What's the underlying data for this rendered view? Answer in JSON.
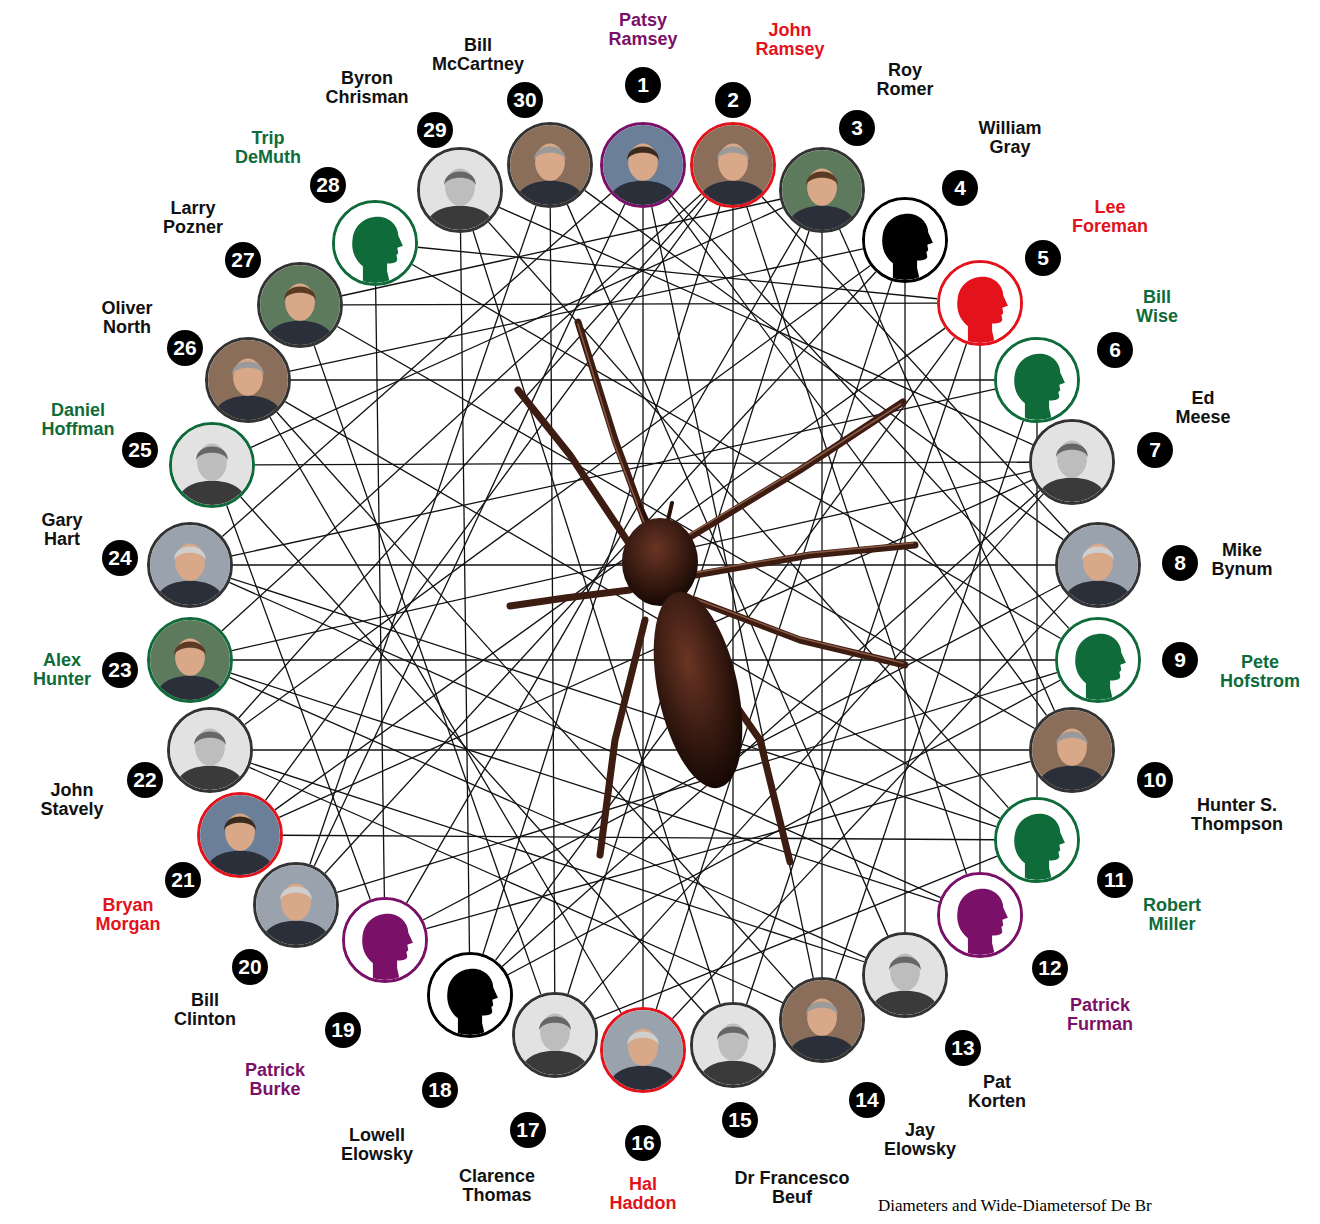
{
  "diagram": {
    "nodes": [
      {
        "text": [
          "Patsy Ramsey",
          "1"
        ]
      },
      {
        "text": [
          "John Ramsey",
          "2"
        ]
      },
      {
        "text": [
          "Roy Romer",
          "3"
        ]
      },
      {
        "text": [
          "William Gray",
          "4"
        ]
      },
      {
        "text": [
          "Lee Foreman",
          "5"
        ]
      },
      {
        "text": [
          "Bill Wise",
          "6"
        ]
      },
      {
        "text": [
          "Ed Meese",
          "7"
        ]
      },
      {
        "text": [
          "Mike Bynum",
          "8"
        ]
      },
      {
        "text": [
          "Pete Hofstrom",
          "9"
        ]
      },
      {
        "text": [
          "Hunter S. Thompson",
          "10"
        ]
      },
      {
        "text": [
          "Robert Miller",
          "11"
        ]
      },
      {
        "text": [
          "Patrick Furman",
          "12"
        ]
      },
      {
        "text": [
          "Pat Korten",
          "13"
        ]
      },
      {
        "text": [
          "Jay Elowsky",
          "14"
        ]
      },
      {
        "text": [
          "Dr Francesco Beuf",
          "15"
        ]
      },
      {
        "text": [
          "Hal Haddon",
          "16"
        ]
      },
      {
        "text": [
          "Clarence Thomas",
          "17"
        ]
      },
      {
        "text": [
          "Lowell Elowsky",
          "18"
        ]
      },
      {
        "text": [
          "Patrick Burke",
          "19"
        ]
      },
      {
        "text": [
          "Bill Clinton",
          "20"
        ]
      },
      {
        "text": [
          "Bryan Morgan",
          "21"
        ]
      },
      {
        "text": [
          "John Stavely",
          "22"
        ]
      },
      {
        "text": [
          "Alex Hunter",
          "23"
        ]
      },
      {
        "text": [
          "Gary Hart",
          "24"
        ]
      },
      {
        "text": [
          "Daniel Hoffman",
          "25"
        ]
      },
      {
        "text": [
          "Oliver North",
          "26"
        ]
      },
      {
        "text": [
          "Larry Pozner",
          "27"
        ]
      },
      {
        "text": [
          "Trip DeMuth",
          "28"
        ]
      },
      {
        "text": [
          "Byron Chrisman",
          "29"
        ]
      },
      {
        "text": [
          "Bill McCartney",
          "30"
        ]
      }
    ],
    "edges": [
      {
        "from": 27,
        "to": 4,
        "arrow": "none"
      },
      {
        "from": 25,
        "to": 5,
        "arrow": "none"
      },
      {
        "from": 24,
        "to": 6,
        "arrow": "none"
      },
      {
        "from": 23,
        "to": 7,
        "arrow": "none"
      },
      {
        "from": 22,
        "to": 8,
        "arrow": "none"
      },
      {
        "from": 21,
        "to": 9,
        "arrow": "none"
      },
      {
        "from": 20,
        "to": 10,
        "arrow": "none"
      },
      {
        "from": 27,
        "to": 18,
        "arrow": "none"
      },
      {
        "from": 4,
        "to": 11,
        "arrow": "none"
      },
      {
        "from": 5,
        "to": 10,
        "arrow": "none"
      },
      {
        "from": 28,
        "to": 17,
        "arrow": "none"
      },
      {
        "from": 29,
        "to": 16,
        "arrow": "none"
      },
      {
        "from": 0,
        "to": 15,
        "arrow": "none"
      },
      {
        "from": 1,
        "to": 14,
        "arrow": "none"
      },
      {
        "from": 2,
        "to": 13,
        "arrow": "none"
      },
      {
        "from": 3,
        "to": 12,
        "arrow": "none"
      },
      {
        "from": 0,
        "to": 19,
        "arrow": "none"
      },
      {
        "from": 0,
        "to": 23,
        "arrow": "none"
      },
      {
        "from": 0,
        "to": 8,
        "arrow": "none"
      },
      {
        "from": 1,
        "to": 7,
        "arrow": "none"
      },
      {
        "from": 1,
        "to": 22,
        "arrow": "none"
      },
      {
        "from": 1,
        "to": 17,
        "arrow": "none"
      },
      {
        "from": 2,
        "to": 24,
        "arrow": "none"
      },
      {
        "from": 2,
        "to": 16,
        "arrow": "none"
      },
      {
        "from": 2,
        "to": 9,
        "arrow": "none"
      },
      {
        "from": 3,
        "to": 25,
        "arrow": "none"
      },
      {
        "from": 3,
        "to": 21,
        "arrow": "none"
      },
      {
        "from": 3,
        "to": 15,
        "arrow": "none"
      },
      {
        "from": 4,
        "to": 26,
        "arrow": "none"
      },
      {
        "from": 4,
        "to": 20,
        "arrow": "none"
      },
      {
        "from": 4,
        "to": 14,
        "arrow": "none"
      },
      {
        "from": 5,
        "to": 23,
        "arrow": "none"
      },
      {
        "from": 5,
        "to": 13,
        "arrow": "none"
      },
      {
        "from": 6,
        "to": 22,
        "arrow": "none"
      },
      {
        "from": 6,
        "to": 28,
        "arrow": "none"
      },
      {
        "from": 6,
        "to": 16,
        "arrow": "none"
      },
      {
        "from": 7,
        "to": 29,
        "arrow": "none"
      },
      {
        "from": 7,
        "to": 18,
        "arrow": "none"
      },
      {
        "from": 8,
        "to": 27,
        "arrow": "none"
      },
      {
        "from": 8,
        "to": 19,
        "arrow": "none"
      },
      {
        "from": 9,
        "to": 26,
        "arrow": "none"
      },
      {
        "from": 9,
        "to": 0,
        "arrow": "none"
      },
      {
        "from": 10,
        "to": 25,
        "arrow": "none"
      },
      {
        "from": 10,
        "to": 28,
        "arrow": "none"
      },
      {
        "from": 11,
        "to": 23,
        "arrow": "none"
      },
      {
        "from": 11,
        "to": 1,
        "arrow": "none"
      },
      {
        "from": 12,
        "to": 22,
        "arrow": "none"
      },
      {
        "from": 12,
        "to": 29,
        "arrow": "none"
      },
      {
        "from": 13,
        "to": 21,
        "arrow": "none"
      },
      {
        "from": 13,
        "to": 0,
        "arrow": "none"
      },
      {
        "from": 14,
        "to": 24,
        "arrow": "none"
      },
      {
        "from": 14,
        "to": 28,
        "arrow": "none"
      },
      {
        "from": 15,
        "to": 25,
        "arrow": "none"
      },
      {
        "from": 15,
        "to": 7,
        "arrow": "none"
      },
      {
        "from": 16,
        "to": 26,
        "arrow": "none"
      },
      {
        "from": 16,
        "to": 10,
        "arrow": "none"
      },
      {
        "from": 17,
        "to": 8,
        "arrow": "none"
      },
      {
        "from": 17,
        "to": 4,
        "arrow": "none"
      },
      {
        "from": 18,
        "to": 9,
        "arrow": "none"
      },
      {
        "from": 18,
        "to": 2,
        "arrow": "none"
      },
      {
        "from": 19,
        "to": 3,
        "arrow": "none"
      },
      {
        "from": 20,
        "to": 6,
        "arrow": "none"
      },
      {
        "from": 20,
        "to": 1,
        "arrow": "none"
      },
      {
        "from": 21,
        "to": 12,
        "arrow": "none"
      },
      {
        "from": 22,
        "to": 11,
        "arrow": "none"
      },
      {
        "from": 19,
        "to": 29,
        "arrow": "none"
      },
      {
        "from": 26,
        "to": 2,
        "arrow": "none"
      },
      {
        "from": 25,
        "to": 13,
        "arrow": "none"
      },
      {
        "from": 24,
        "to": 18,
        "arrow": "none"
      },
      {
        "from": 23,
        "to": 10,
        "arrow": "none"
      },
      {
        "from": 21,
        "to": 1,
        "arrow": "none"
      },
      {
        "from": 17,
        "to": 6,
        "arrow": "none"
      }
    ],
    "labels": [
      "Diameters and Wide-Diametersof De Br"
    ]
  }
}
